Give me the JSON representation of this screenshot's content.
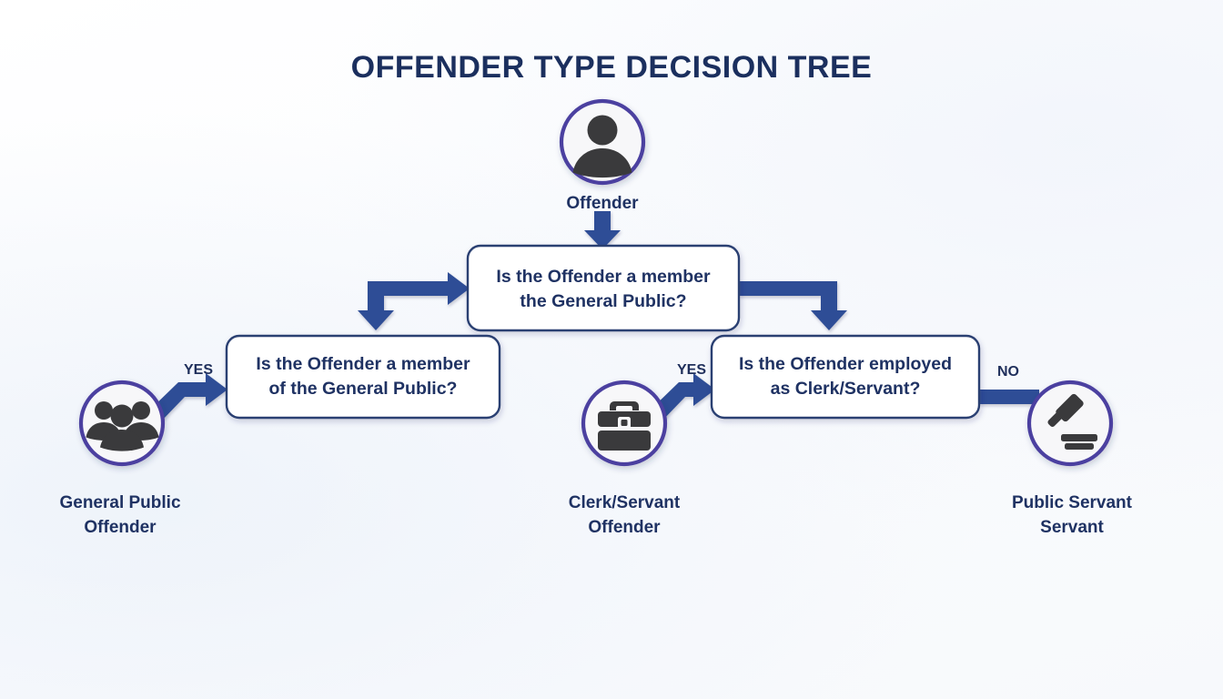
{
  "page": {
    "title": "OFFENDER TYPE DECISION TREE",
    "background_color": "#fcfdfe",
    "accent_navy": "#1f3263",
    "accent_connector": "#2f4d96",
    "accent_circle": "#4b3fa0",
    "icon_color": "#3a3a3c"
  },
  "root_node": {
    "label": "Offender",
    "icon": "person-silhouette-icon"
  },
  "decisions": [
    {
      "id": "root-question",
      "line1": "Is the Offender a member",
      "line2": "the General Public?"
    },
    {
      "id": "general-public-question",
      "line1": "Is the Offender a member",
      "line2": "of the General Public?"
    },
    {
      "id": "clerk-servant-question",
      "line1": "Is the Offender employed",
      "line2": "as Clerk/Servant?"
    }
  ],
  "outcomes": [
    {
      "id": "general-public-offender",
      "icon": "group-of-people-icon",
      "line1": "General Public",
      "line2": "Offender",
      "edge_label": "YES"
    },
    {
      "id": "clerk-servant-offender",
      "icon": "briefcase-icon",
      "line1": "Clerk/Servant",
      "line2": "Offender",
      "edge_label": "YES"
    },
    {
      "id": "public-servant",
      "icon": "gavel-icon",
      "line1": "Public Servant",
      "line2": "Servant",
      "edge_label": "NO"
    }
  ]
}
